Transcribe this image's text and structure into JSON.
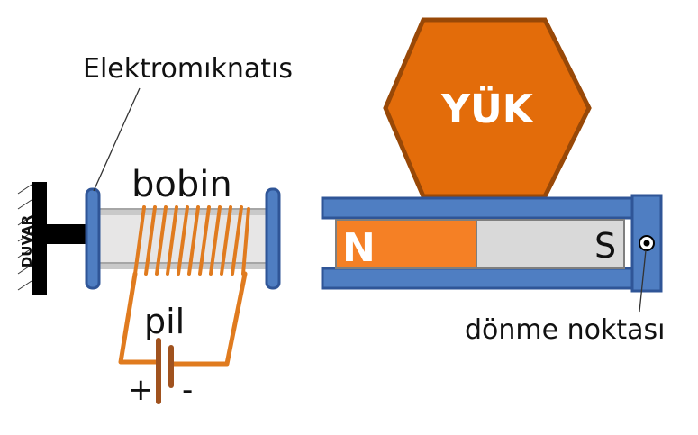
{
  "labels": {
    "electromagnet": "Elektromıknatıs",
    "coil": "bobin",
    "battery": "pil",
    "plus": "+",
    "minus": "-",
    "wall": "DUVAR",
    "load": "YÜK",
    "north": "N",
    "south": "S",
    "pivot": "dönme noktası"
  },
  "colors": {
    "steel_blue": "#4f7ec2",
    "steel_outline": "#2f5597",
    "load_orange": "#e36c0a",
    "load_outline": "#984807",
    "magnet_north": "#f58025",
    "magnet_south": "#d9d9d9",
    "coil_copper": "#e07b1f",
    "wire_brown": "#a0521e",
    "wall_black": "#000000",
    "tube_grey": "#e7e6e6"
  }
}
